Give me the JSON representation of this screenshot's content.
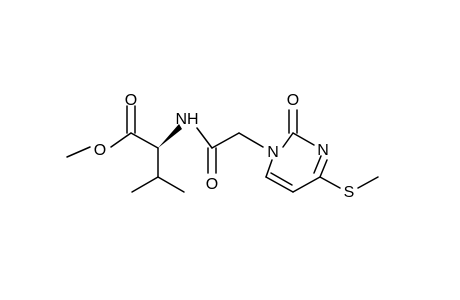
{
  "molecule": {
    "atoms": {
      "o_ester_carbonyl": "O",
      "o_ester_ether": "O",
      "n_amide": "NH",
      "o_amide": "O",
      "n1_ring": "N",
      "n3_ring": "N",
      "o_ring": "O",
      "s_thioether": "S"
    },
    "colors": {
      "bond": "#000000",
      "label": "#000000",
      "background": "#ffffff"
    }
  }
}
